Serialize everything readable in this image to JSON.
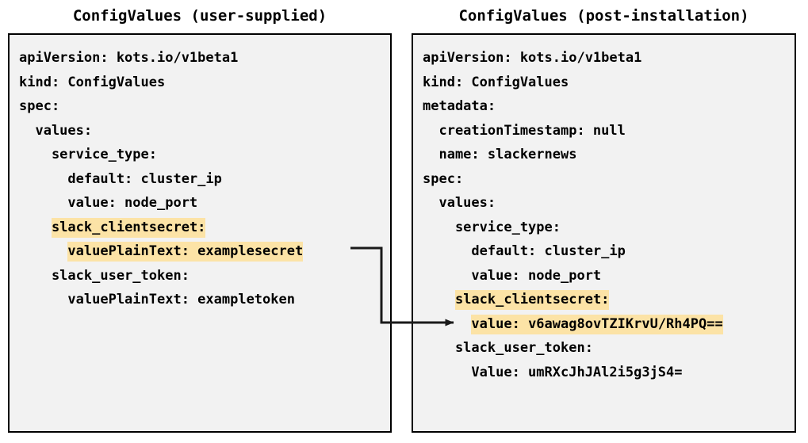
{
  "panels": {
    "left": {
      "title": "ConfigValues (user-supplied)",
      "lines": [
        {
          "text": "apiVersion: kots.io/v1beta1",
          "highlight": false
        },
        {
          "text": "kind: ConfigValues",
          "highlight": false
        },
        {
          "text": "spec:",
          "highlight": false
        },
        {
          "text": "  values:",
          "highlight": false
        },
        {
          "text": "    service_type:",
          "highlight": false
        },
        {
          "text": "      default: cluster_ip",
          "highlight": false
        },
        {
          "text": "      value: node_port",
          "highlight": false
        },
        {
          "text": "    slack_clientsecret:",
          "highlight": true,
          "indent": "    ",
          "body": "slack_clientsecret:"
        },
        {
          "text": "      valuePlainText: examplesecret",
          "highlight": true,
          "indent": "      ",
          "body": "valuePlainText: examplesecret"
        },
        {
          "text": "    slack_user_token:",
          "highlight": false
        },
        {
          "text": "      valuePlainText: exampletoken",
          "highlight": false
        }
      ]
    },
    "right": {
      "title": "ConfigValues (post-installation)",
      "lines": [
        {
          "text": "apiVersion: kots.io/v1beta1",
          "highlight": false
        },
        {
          "text": "kind: ConfigValues",
          "highlight": false
        },
        {
          "text": "metadata:",
          "highlight": false
        },
        {
          "text": "  creationTimestamp: null",
          "highlight": false
        },
        {
          "text": "  name: slackernews",
          "highlight": false
        },
        {
          "text": "spec:",
          "highlight": false
        },
        {
          "text": "  values:",
          "highlight": false
        },
        {
          "text": "    service_type:",
          "highlight": false
        },
        {
          "text": "      default: cluster_ip",
          "highlight": false
        },
        {
          "text": "      value: node_port",
          "highlight": false
        },
        {
          "text": "    slack_clientsecret:",
          "highlight": true,
          "indent": "    ",
          "body": "slack_clientsecret:"
        },
        {
          "text": "      value: v6awag8ovTZIKrvU/Rh4PQ==",
          "highlight": true,
          "indent": "      ",
          "body": "value: v6awag8ovTZIKrvU/Rh4PQ=="
        },
        {
          "text": "    slack_user_token:",
          "highlight": false
        },
        {
          "text": "      Value: umRXcJhJAl2i5g3jS4=",
          "highlight": false
        }
      ]
    }
  },
  "connector": {
    "label": "encryption-arrow",
    "from_line": "valuePlainText: examplesecret",
    "to_line": "value: v6awag8ovTZIKrvU/Rh4PQ=="
  },
  "colors": {
    "highlight": "#fce3a6",
    "panel_background": "#f2f2f2",
    "panel_border": "#000000",
    "text": "#000000",
    "connector": "#1a1a1a"
  }
}
